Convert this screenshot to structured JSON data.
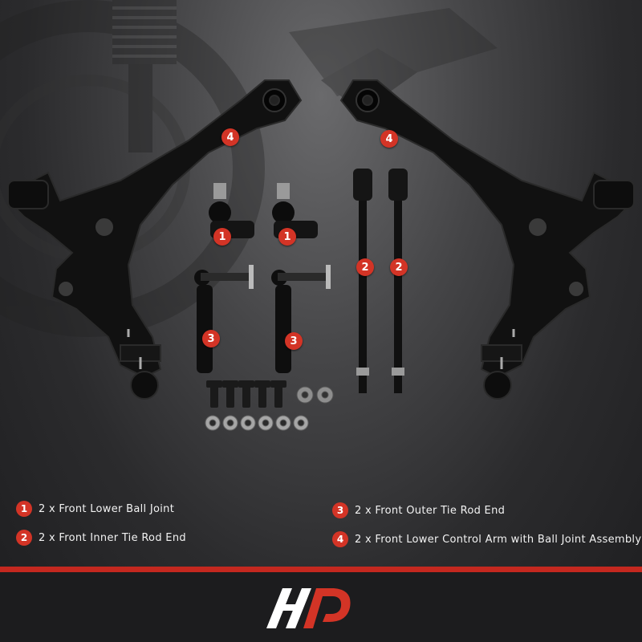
{
  "badges": {
    "ball_joint": "1",
    "inner_tie_rod": "2",
    "outer_tie_rod": "3",
    "control_arm": "4"
  },
  "legend": [
    {
      "number": "1",
      "text": "2 x Front Lower Ball Joint"
    },
    {
      "number": "2",
      "text": "2 x Front Inner Tie Rod End"
    },
    {
      "number": "3",
      "text": "2 x Front Outer Tie Rod End"
    },
    {
      "number": "4",
      "text": "2 x Front Lower Control Arm with Ball Joint Assembly"
    }
  ],
  "colors": {
    "accent": "#d33426",
    "stripe": "#c4281f",
    "text": "#f2f2f2",
    "footer": "#1c1c1e"
  },
  "logo": {
    "name": "brand-logo-icon"
  }
}
